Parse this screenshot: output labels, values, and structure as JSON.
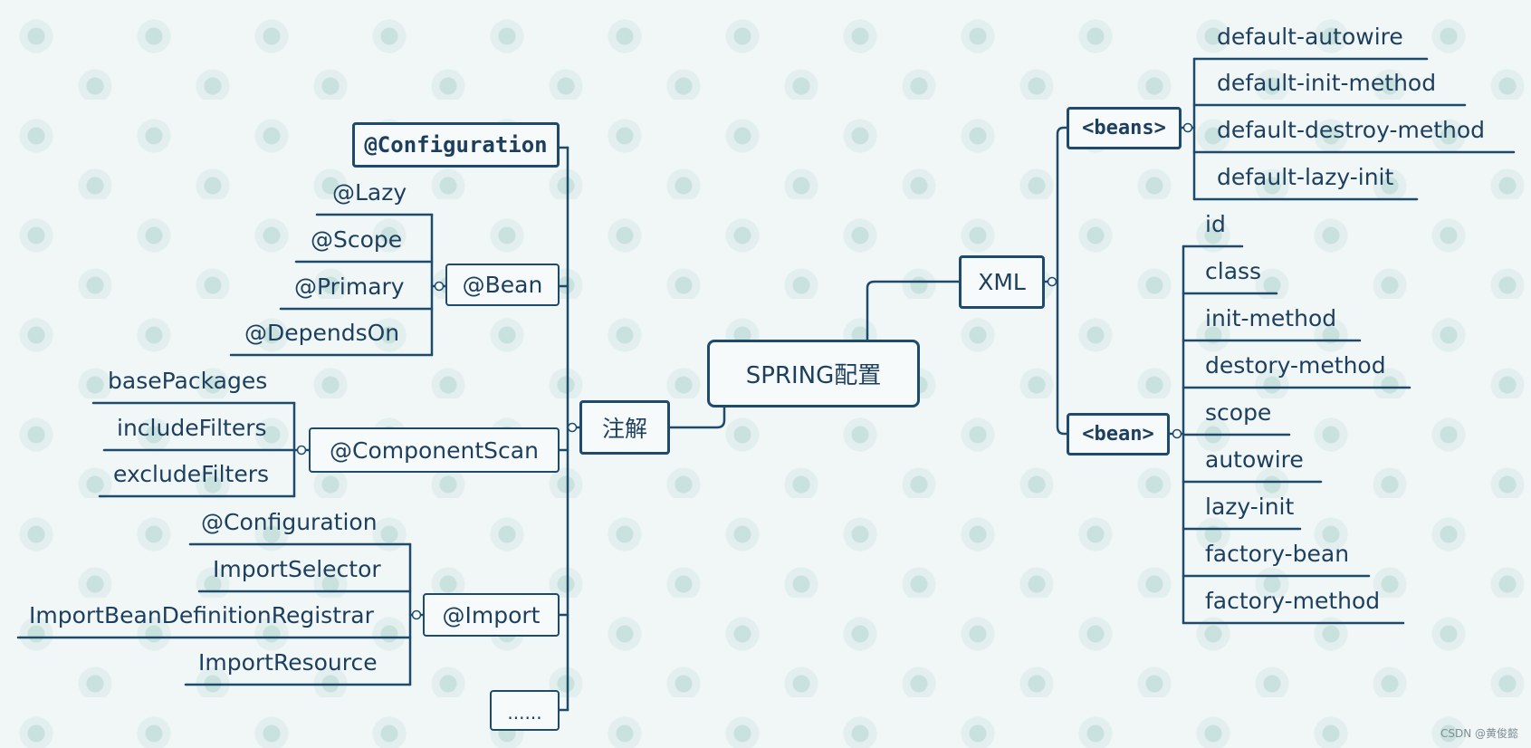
{
  "root": {
    "label": "SPRING配置"
  },
  "annotation": {
    "label": "注解",
    "configuration": "@Configuration",
    "bean": {
      "label": "@Bean",
      "children": [
        "@Lazy",
        "@Scope",
        "@Primary",
        "@DependsOn"
      ]
    },
    "componentScan": {
      "label": "@ComponentScan",
      "children": [
        "basePackages",
        "includeFilters",
        "excludeFilters"
      ]
    },
    "import": {
      "label": "@Import",
      "children": [
        "@Configuration",
        "ImportSelector",
        "ImportBeanDefinitionRegistrar",
        "ImportResource"
      ]
    },
    "more": "......"
  },
  "xml": {
    "label": "XML",
    "beans": {
      "label": "<beans>",
      "children": [
        "default-autowire",
        "default-init-method",
        "default-destroy-method",
        "default-lazy-init"
      ]
    },
    "bean": {
      "label": "<bean>",
      "children": [
        "id",
        "class",
        "init-method",
        "destory-method",
        "scope",
        "autowire",
        "lazy-init",
        "factory-bean",
        "factory-method"
      ]
    }
  },
  "watermark": "CSDN @黄俊懿",
  "colors": {
    "line": "#1e4a6c",
    "text": "#1d3f5e",
    "background": "#f1f6f6"
  }
}
